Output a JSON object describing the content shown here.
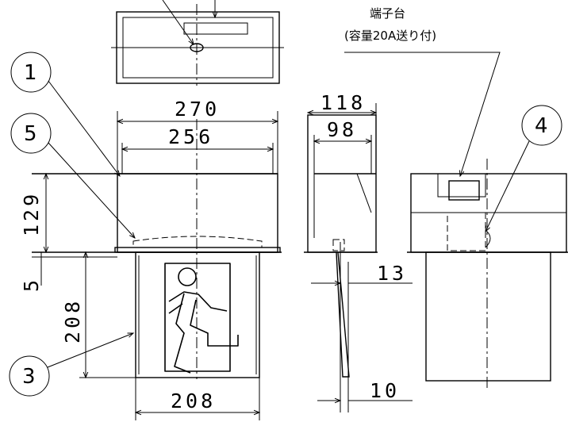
{
  "terminal_label": {
    "line1": "端子台",
    "line2": "(容量20A送り付)"
  },
  "callouts": {
    "c1": "1",
    "c3": "3",
    "c4": "4",
    "c5": "5"
  },
  "dimensions": {
    "width_270": "270",
    "width_256": "256",
    "height_129": "129",
    "gap_5": "5",
    "height_208_side": "208",
    "width_208_bottom": "208",
    "depth_118": "118",
    "depth_98": "98",
    "thk_13": "13",
    "thk_10": "10"
  }
}
